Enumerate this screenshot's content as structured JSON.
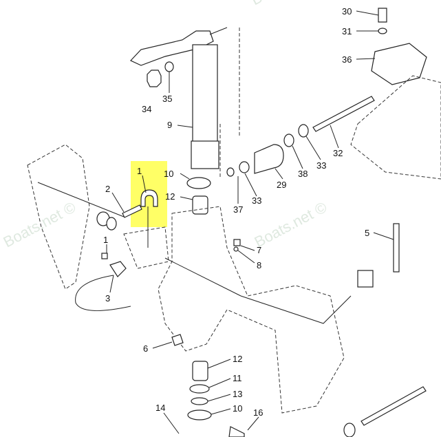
{
  "diagram": {
    "watermark": "Boats.net ©",
    "highlight_color": "#ffff66",
    "highlighted_part": "1",
    "callouts": [
      "30",
      "31",
      "36",
      "35",
      "34",
      "9",
      "10",
      "12",
      "1",
      "2",
      "37",
      "33",
      "29",
      "38",
      "33",
      "32",
      "5",
      "7",
      "8",
      "1",
      "3",
      "6",
      "12",
      "11",
      "13",
      "10",
      "14",
      "16"
    ]
  }
}
